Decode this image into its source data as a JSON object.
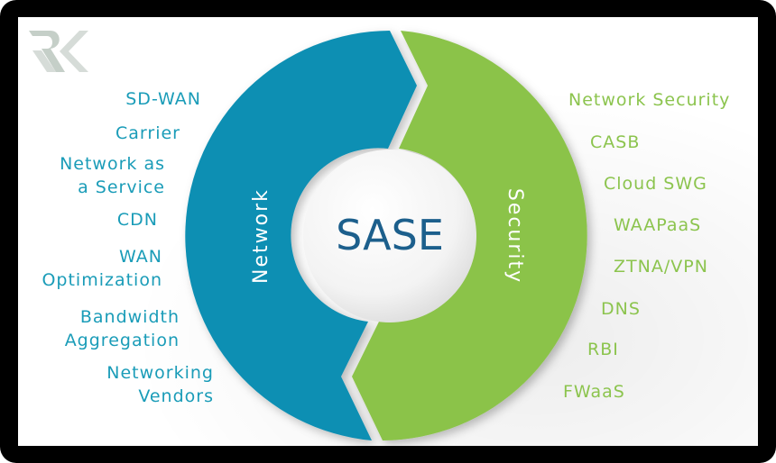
{
  "logo": {
    "text": "RK",
    "color": "#c5cfc8"
  },
  "center": {
    "title": "SASE",
    "color": "#1c5f8c"
  },
  "segments": {
    "network": {
      "label": "Network",
      "color": "#0c8fb3"
    },
    "security": {
      "label": "Security",
      "color": "#8bc34a"
    }
  },
  "left_items": [
    {
      "lines": [
        "SD-WAN"
      ]
    },
    {
      "lines": [
        "Carrier"
      ]
    },
    {
      "lines": [
        "Network as",
        "a Service"
      ]
    },
    {
      "lines": [
        "CDN"
      ]
    },
    {
      "lines": [
        "WAN",
        "Optimization"
      ]
    },
    {
      "lines": [
        "Bandwidth",
        "Aggregation"
      ]
    },
    {
      "lines": [
        "Networking",
        "Vendors"
      ]
    }
  ],
  "right_items": [
    {
      "label": "Network Security"
    },
    {
      "label": "CASB"
    },
    {
      "label": "Cloud SWG"
    },
    {
      "label": "WAAPaaS"
    },
    {
      "label": "ZTNA/VPN"
    },
    {
      "label": "DNS"
    },
    {
      "label": "RBI"
    },
    {
      "label": "FWaaS"
    }
  ],
  "colors": {
    "left_text": "#1a9cb8",
    "right_text": "#8cc44e",
    "frame": "#000000"
  }
}
